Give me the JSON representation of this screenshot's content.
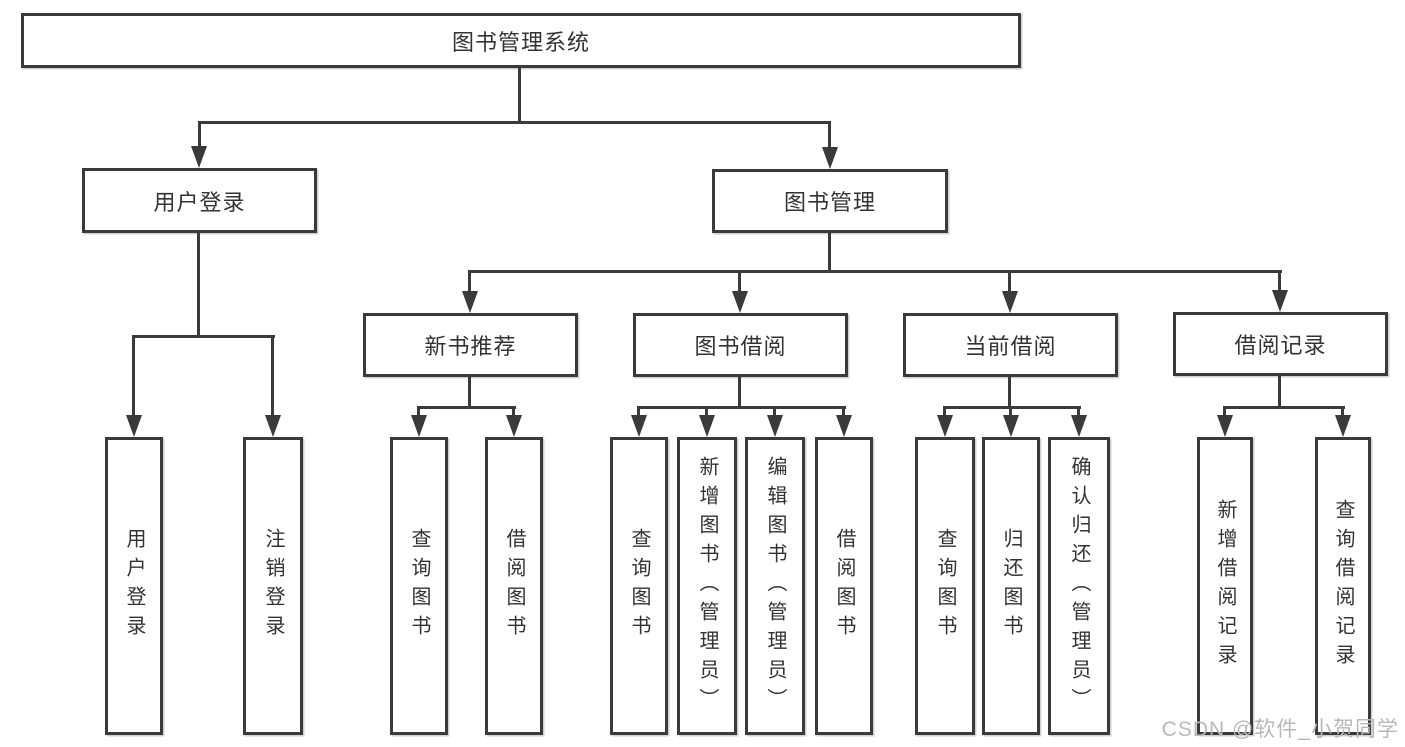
{
  "diagram": {
    "root": {
      "label": "图书管理系统"
    },
    "branches": [
      {
        "label": "用户登录",
        "children": [
          {
            "label": "用户登录"
          },
          {
            "label": "注销登录"
          }
        ]
      },
      {
        "label": "图书管理",
        "children": [
          {
            "label": "新书推荐",
            "children": [
              {
                "label": "查询图书"
              },
              {
                "label": "借阅图书"
              }
            ]
          },
          {
            "label": "图书借阅",
            "children": [
              {
                "label": "查询图书"
              },
              {
                "label": "新增图书（管理员）"
              },
              {
                "label": "编辑图书（管理员）"
              },
              {
                "label": "借阅图书"
              }
            ]
          },
          {
            "label": "当前借阅",
            "children": [
              {
                "label": "查询图书"
              },
              {
                "label": "归还图书"
              },
              {
                "label": "确认归还（管理员）"
              }
            ]
          },
          {
            "label": "借阅记录",
            "children": [
              {
                "label": "新增借阅记录"
              },
              {
                "label": "查询借阅记录"
              }
            ]
          }
        ]
      }
    ]
  },
  "watermark": {
    "text": "CSDN @软件_小贺同学"
  },
  "colors": {
    "line": "#3a3a3a",
    "text": "#333333",
    "background": "#ffffff",
    "watermark": "#b9b9b9"
  }
}
